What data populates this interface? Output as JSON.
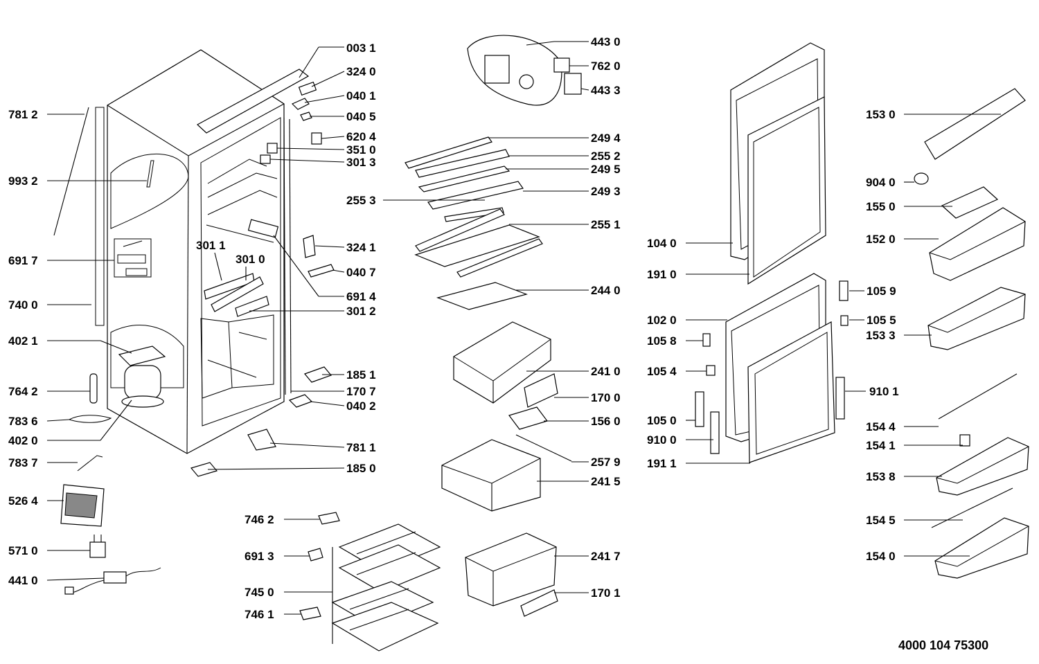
{
  "document_number": "4000 104 75300",
  "labels": [
    {
      "id": "p0031",
      "text": "003 1"
    },
    {
      "id": "p3240",
      "text": "324 0"
    },
    {
      "id": "p0401",
      "text": "040 1"
    },
    {
      "id": "p0405",
      "text": "040 5"
    },
    {
      "id": "p6204",
      "text": "620 4"
    },
    {
      "id": "p3510",
      "text": "351 0"
    },
    {
      "id": "p3013",
      "text": "301 3"
    },
    {
      "id": "p3241",
      "text": "324 1"
    },
    {
      "id": "p0407",
      "text": "040 7"
    },
    {
      "id": "p6914",
      "text": "691 4"
    },
    {
      "id": "p3012",
      "text": "301 2"
    },
    {
      "id": "p1851",
      "text": "185 1"
    },
    {
      "id": "p1707",
      "text": "170 7"
    },
    {
      "id": "p0402",
      "text": "040 2"
    },
    {
      "id": "p7811",
      "text": "781 1"
    },
    {
      "id": "p1850",
      "text": "185 0"
    },
    {
      "id": "p3011",
      "text": "301 1"
    },
    {
      "id": "p3010",
      "text": "301 0"
    },
    {
      "id": "p7812",
      "text": "781 2"
    },
    {
      "id": "p9932",
      "text": "993 2"
    },
    {
      "id": "p6917",
      "text": "691 7"
    },
    {
      "id": "p7400",
      "text": "740 0"
    },
    {
      "id": "p4021",
      "text": "402 1"
    },
    {
      "id": "p7642",
      "text": "764 2"
    },
    {
      "id": "p7836",
      "text": "783 6"
    },
    {
      "id": "p4020",
      "text": "402 0"
    },
    {
      "id": "p7837",
      "text": "783 7"
    },
    {
      "id": "p5264",
      "text": "526 4"
    },
    {
      "id": "p5710",
      "text": "571 0"
    },
    {
      "id": "p4410",
      "text": "441 0"
    },
    {
      "id": "p4430",
      "text": "443 0"
    },
    {
      "id": "p7620",
      "text": "762 0"
    },
    {
      "id": "p4433",
      "text": "443 3"
    },
    {
      "id": "p2494",
      "text": "249 4"
    },
    {
      "id": "p2552",
      "text": "255 2"
    },
    {
      "id": "p2495",
      "text": "249 5"
    },
    {
      "id": "p2493",
      "text": "249 3"
    },
    {
      "id": "p2553",
      "text": "255 3"
    },
    {
      "id": "p2551",
      "text": "255 1"
    },
    {
      "id": "p2440",
      "text": "244 0"
    },
    {
      "id": "p2410",
      "text": "241 0"
    },
    {
      "id": "p1700",
      "text": "170 0"
    },
    {
      "id": "p1560",
      "text": "156 0"
    },
    {
      "id": "p2579",
      "text": "257 9"
    },
    {
      "id": "p2415",
      "text": "241 5"
    },
    {
      "id": "p2417",
      "text": "241 7"
    },
    {
      "id": "p1701",
      "text": "170 1"
    },
    {
      "id": "p7462",
      "text": "746 2"
    },
    {
      "id": "p6913",
      "text": "691 3"
    },
    {
      "id": "p7450",
      "text": "745 0"
    },
    {
      "id": "p7461",
      "text": "746 1"
    },
    {
      "id": "p1040",
      "text": "104 0"
    },
    {
      "id": "p1910",
      "text": "191 0"
    },
    {
      "id": "p1020",
      "text": "102 0"
    },
    {
      "id": "p1058",
      "text": "105 8"
    },
    {
      "id": "p1054",
      "text": "105 4"
    },
    {
      "id": "p1050",
      "text": "105 0"
    },
    {
      "id": "p9100",
      "text": "910 0"
    },
    {
      "id": "p1911",
      "text": "191 1"
    },
    {
      "id": "p1530",
      "text": "153 0"
    },
    {
      "id": "p9040",
      "text": "904 0"
    },
    {
      "id": "p1550",
      "text": "155 0"
    },
    {
      "id": "p1520",
      "text": "152 0"
    },
    {
      "id": "p1059",
      "text": "105 9"
    },
    {
      "id": "p1055",
      "text": "105 5"
    },
    {
      "id": "p1533",
      "text": "153 3"
    },
    {
      "id": "p9101",
      "text": "910 1"
    },
    {
      "id": "p1544",
      "text": "154 4"
    },
    {
      "id": "p1541",
      "text": "154 1"
    },
    {
      "id": "p1538",
      "text": "153 8"
    },
    {
      "id": "p1545",
      "text": "154 5"
    },
    {
      "id": "p1540",
      "text": "154 0"
    }
  ]
}
